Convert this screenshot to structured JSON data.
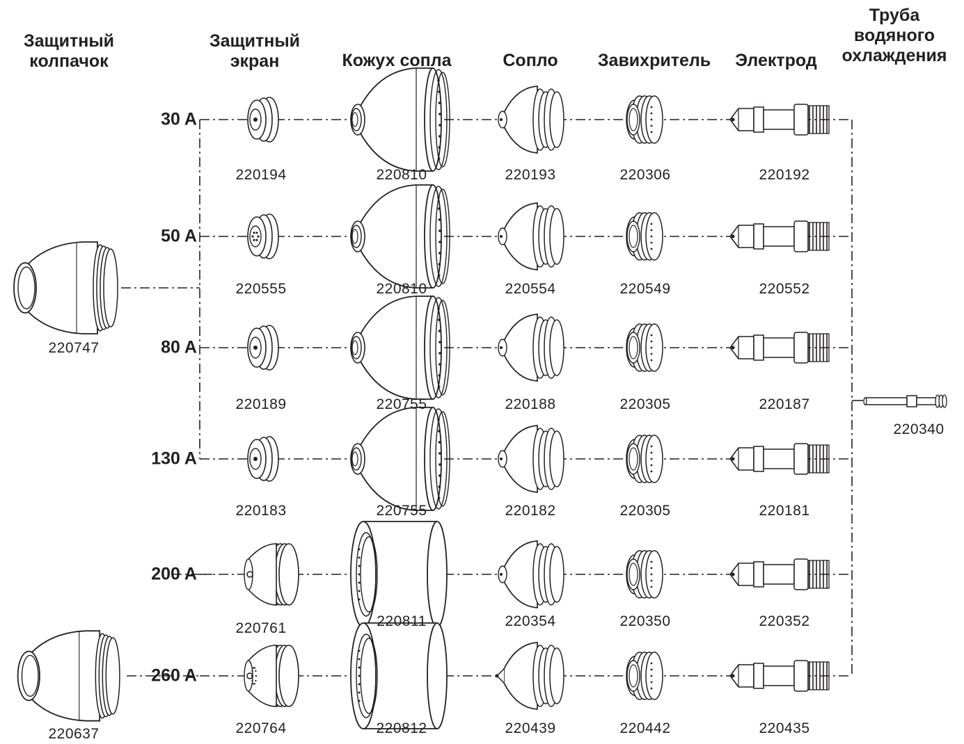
{
  "columns": [
    {
      "id": "shield-cap",
      "title": [
        "Защитный",
        "колпачок"
      ]
    },
    {
      "id": "shield",
      "title": [
        "Защитный",
        "экран"
      ]
    },
    {
      "id": "nozzle-retaining-cap",
      "title": [
        "Кожух сопла"
      ]
    },
    {
      "id": "nozzle",
      "title": [
        "Сопло"
      ]
    },
    {
      "id": "swirl-ring",
      "title": [
        "Завихритель"
      ]
    },
    {
      "id": "electrode",
      "title": [
        "Электрод"
      ]
    },
    {
      "id": "water-tube",
      "title": [
        "Труба",
        "водяного",
        "охлаждения"
      ]
    }
  ],
  "rows": [
    {
      "amperage": "30 A",
      "shield": "220194",
      "retaining_cap": "220810",
      "nozzle": "220193",
      "swirl_ring": "220306",
      "electrode": "220192"
    },
    {
      "amperage": "50 A",
      "shield": "220555",
      "retaining_cap": "220810",
      "nozzle": "220554",
      "swirl_ring": "220549",
      "electrode": "220552"
    },
    {
      "amperage": "80 A",
      "shield": "220189",
      "retaining_cap": "220755",
      "nozzle": "220188",
      "swirl_ring": "220305",
      "electrode": "220187"
    },
    {
      "amperage": "130 A",
      "shield": "220183",
      "retaining_cap": "220755",
      "nozzle": "220182",
      "swirl_ring": "220305",
      "electrode": "220181"
    },
    {
      "amperage": "200 A",
      "shield": "220761",
      "retaining_cap": "220811",
      "nozzle": "220354",
      "swirl_ring": "220350",
      "electrode": "220352"
    },
    {
      "amperage": "260 A",
      "shield": "220764",
      "retaining_cap": "220812",
      "nozzle": "220439",
      "swirl_ring": "220442",
      "electrode": "220435"
    }
  ],
  "shield_caps": [
    {
      "part": "220747",
      "applies_to": [
        "30 A",
        "50 A",
        "80 A",
        "130 A"
      ]
    },
    {
      "part": "220637",
      "applies_to": [
        "260 A"
      ]
    }
  ],
  "water_tube": {
    "part": "220340"
  }
}
